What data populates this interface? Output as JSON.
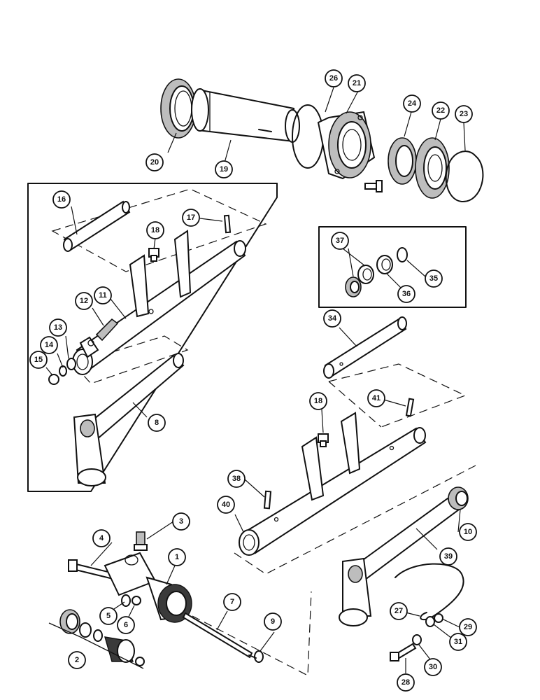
{
  "callouts": [
    {
      "id": "c1",
      "label": "1"
    },
    {
      "id": "c2",
      "label": "2"
    },
    {
      "id": "c3",
      "label": "3"
    },
    {
      "id": "c4",
      "label": "4"
    },
    {
      "id": "c5",
      "label": "5"
    },
    {
      "id": "c6",
      "label": "6"
    },
    {
      "id": "c7",
      "label": "7"
    },
    {
      "id": "c8",
      "label": "8"
    },
    {
      "id": "c9",
      "label": "9"
    },
    {
      "id": "c10",
      "label": "10"
    },
    {
      "id": "c11",
      "label": "11"
    },
    {
      "id": "c12",
      "label": "12"
    },
    {
      "id": "c13",
      "label": "13"
    },
    {
      "id": "c14",
      "label": "14"
    },
    {
      "id": "c15",
      "label": "15"
    },
    {
      "id": "c16",
      "label": "16"
    },
    {
      "id": "c17",
      "label": "17"
    },
    {
      "id": "c18a",
      "label": "18"
    },
    {
      "id": "c18b",
      "label": "18"
    },
    {
      "id": "c19",
      "label": "19"
    },
    {
      "id": "c20",
      "label": "20"
    },
    {
      "id": "c21",
      "label": "21"
    },
    {
      "id": "c22",
      "label": "22"
    },
    {
      "id": "c23",
      "label": "23"
    },
    {
      "id": "c24",
      "label": "24"
    },
    {
      "id": "c26",
      "label": "26"
    },
    {
      "id": "c27",
      "label": "27"
    },
    {
      "id": "c28",
      "label": "28"
    },
    {
      "id": "c29",
      "label": "29"
    },
    {
      "id": "c30",
      "label": "30"
    },
    {
      "id": "c31",
      "label": "31"
    },
    {
      "id": "c34",
      "label": "34"
    },
    {
      "id": "c35",
      "label": "35"
    },
    {
      "id": "c36",
      "label": "36"
    },
    {
      "id": "c37",
      "label": "37"
    },
    {
      "id": "c38",
      "label": "38"
    },
    {
      "id": "c39",
      "label": "39"
    },
    {
      "id": "c40",
      "label": "40"
    },
    {
      "id": "c41",
      "label": "41"
    }
  ]
}
